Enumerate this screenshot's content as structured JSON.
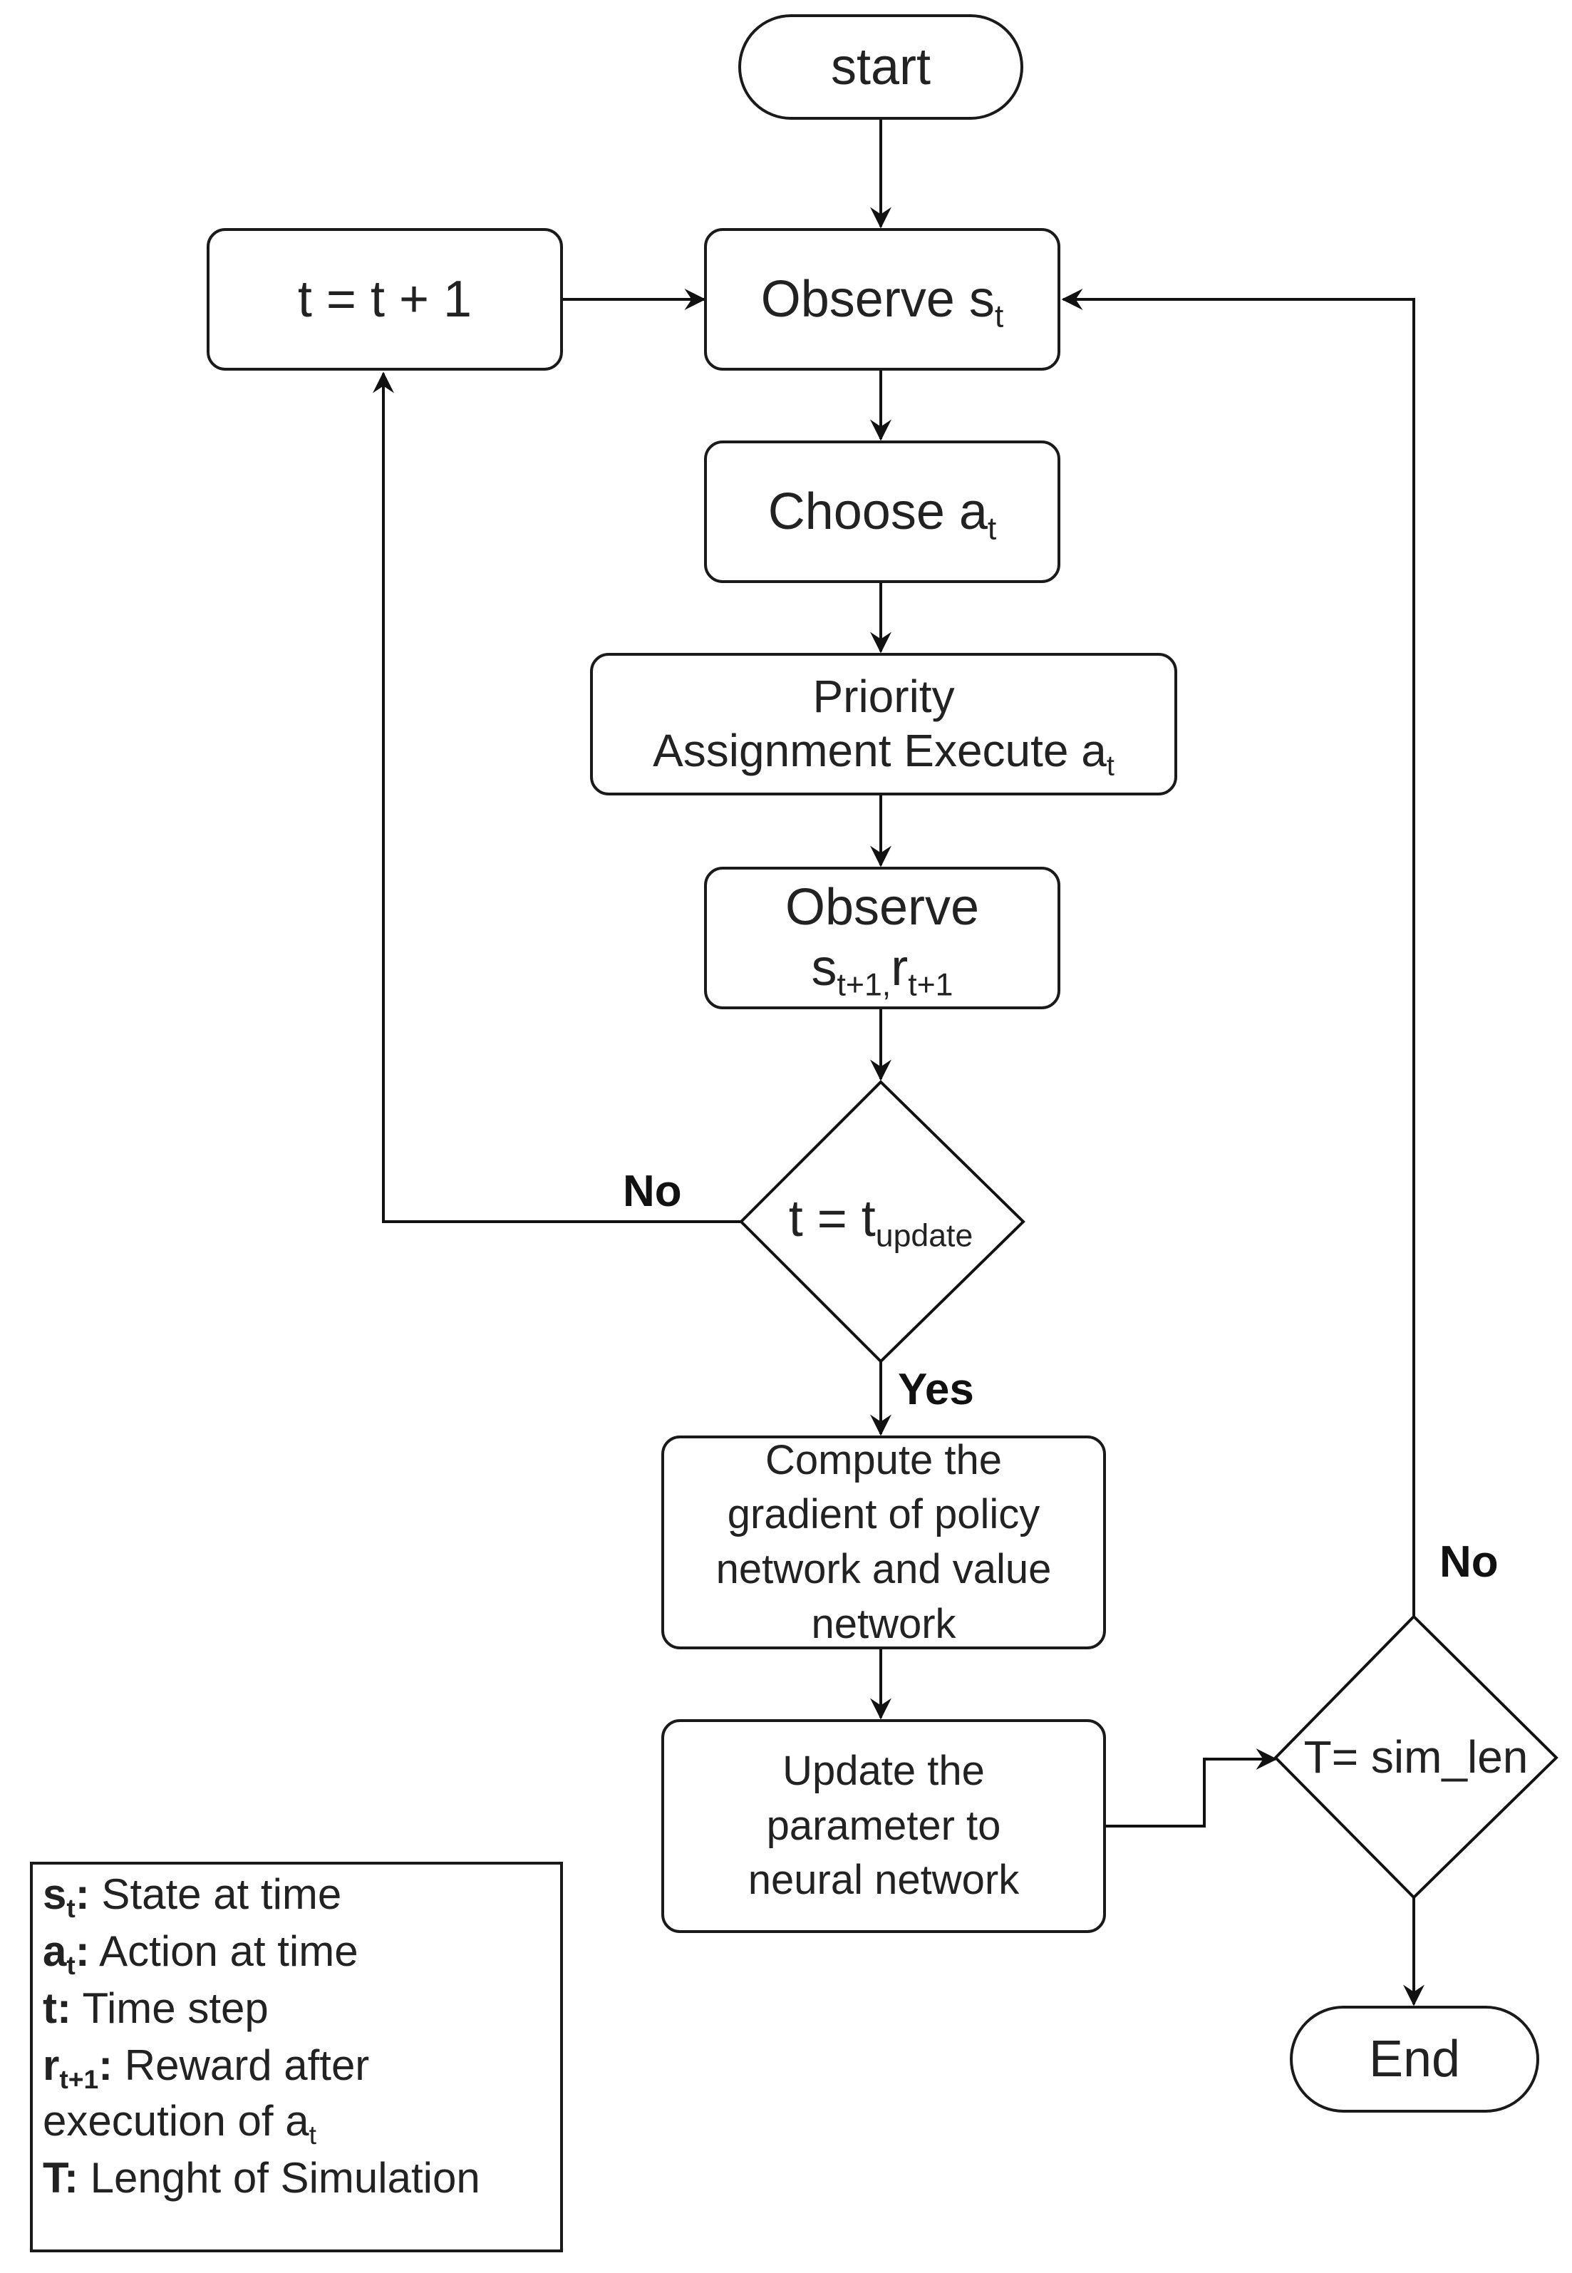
{
  "nodes": {
    "start": "start",
    "increment": "t = t + 1",
    "observe": {
      "text": "Observe s",
      "sub": "t"
    },
    "choose": {
      "text": "Choose a",
      "sub": "t"
    },
    "priority": {
      "line1": "Priority",
      "line2": "Assignment Execute a",
      "sub": "t"
    },
    "observe_next": {
      "line1": "Observe",
      "s": "s",
      "s_sub": "t+1,",
      "r": "r",
      "r_sub": "t+1"
    },
    "decision_update": {
      "text": "t = t",
      "sub": "update"
    },
    "compute": {
      "lines": [
        "Compute the",
        "gradient of policy",
        "network and value",
        "network"
      ]
    },
    "update_params": {
      "lines": [
        "Update the",
        "parameter to",
        "neural network"
      ]
    },
    "decision_sim": "T= sim_len",
    "end": "End"
  },
  "edge_labels": {
    "no_update": "No",
    "yes_update": "Yes",
    "no_sim": "No"
  },
  "legend": [
    {
      "term": "s",
      "sub": "t",
      "colon": ":",
      "desc": " State at time"
    },
    {
      "term": "a",
      "sub": "t",
      "colon": ":",
      "desc": " Action at time"
    },
    {
      "term": "t:",
      "desc": " Time step"
    },
    {
      "term": "r",
      "sub": "t+1",
      "colon": ":",
      "desc": " Reward after",
      "cont": "execution of a",
      "cont_sub": "t"
    },
    {
      "term": "T:",
      "desc": " Lenght of Simulation"
    }
  ]
}
